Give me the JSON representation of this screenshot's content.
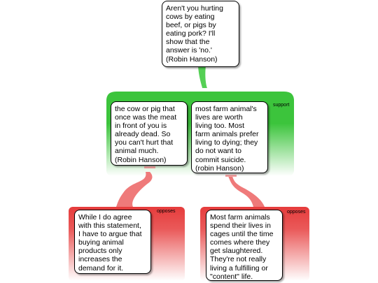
{
  "colors": {
    "support": "#3cc43c",
    "support_stem": "#55d055",
    "oppose": "#e63c3c",
    "oppose_stem": "#ef7a7a",
    "node_border": "#000000",
    "node_bg": "#ffffff"
  },
  "nodes": [
    {
      "id": "claim",
      "text": "Aren't you hurting cows by eating beef, or pigs by eating pork? I'll show that the answer is 'no.' (Robin Hanson)",
      "lines": [
        "Aren't you hurting",
        "cows by eating",
        "beef, or pigs by",
        "eating pork? I'll",
        "show that the",
        "answer is 'no.'",
        "(Robin Hanson)"
      ]
    },
    {
      "id": "reason-dead",
      "text": "the cow or pig that once was the meat in front of you is already dead. So you can't hurt that animal much. (Robin Hanson)",
      "lines": [
        "the cow or pig that",
        "once was the meat",
        "in front of you is",
        "already dead. So",
        "you can't hurt that",
        "animal much.",
        "(Robin Hanson)"
      ]
    },
    {
      "id": "reason-worth-living",
      "text": "most farm animal's lives are worth living too. Most farm animals prefer living to dying; they do not want to commit suicide. (robin Hanson)",
      "lines": [
        "most farm animal's",
        "lives are worth",
        "living too. Most",
        "farm animals prefer",
        "living to dying; they",
        "do not want to",
        "commit suicide.",
        "(robin Hanson)"
      ]
    },
    {
      "id": "objection-demand",
      "text": "While I do agree with this statement, I have to argue that buying animal products only increases the demand for it.",
      "lines": [
        "While I do agree",
        "with this statement,",
        "I have to argue that",
        "buying animal",
        "products only",
        "increases the",
        "demand for it."
      ]
    },
    {
      "id": "objection-cages",
      "text": "Most farm animals spend their lives in cages until the time comes where they get slaughtered. They're not really living a fulfilling or \"content\" life.",
      "lines": [
        "Most farm animals",
        "spend their lives in",
        "cages until the time",
        "comes where they",
        "get slaughtered.",
        "They're not really",
        "living a fulfilling or",
        "\"content\" life."
      ]
    }
  ],
  "groups": [
    {
      "id": "support-group",
      "label": "support",
      "type": "support",
      "parent": "claim",
      "children": [
        "reason-dead",
        "reason-worth-living"
      ]
    },
    {
      "id": "oppose-group-1",
      "label": "opposes",
      "type": "oppose",
      "parent": "reason-dead",
      "children": [
        "objection-demand"
      ]
    },
    {
      "id": "oppose-group-2",
      "label": "opposes",
      "type": "oppose",
      "parent": "reason-worth-living",
      "children": [
        "objection-cages"
      ]
    }
  ]
}
